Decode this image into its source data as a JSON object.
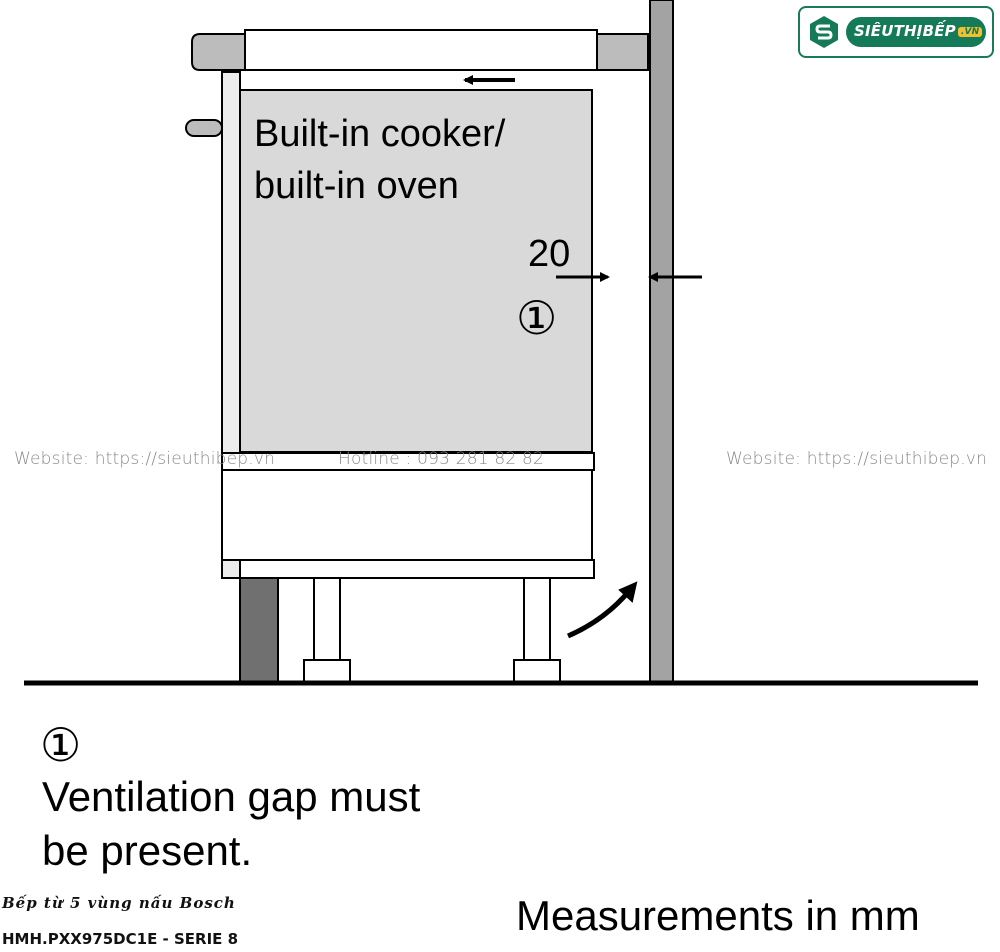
{
  "logo": {
    "brand": "SIÊUTHỊBẾP",
    "suffix": ".VN",
    "colors": {
      "primary": "#157a57",
      "accent": "#f2c02e"
    }
  },
  "diagram": {
    "appliance_label_line1": "Built-in cooker/",
    "appliance_label_line2": "built-in oven",
    "gap_value": "20",
    "marker": "①"
  },
  "watermarks": {
    "website_left": "Website: https://sieuthibep.vn",
    "hotline": "Hotline : 093 281 82 82",
    "website_right": "Website: https://sieuthibep.vn"
  },
  "legend": {
    "marker": "①",
    "line1": "Ventilation gap must",
    "line2": "be present."
  },
  "caption": {
    "product": "Bếp từ 5 vùng nấu Bosch",
    "model": "HMH.PXX975DC1E - SERIE 8"
  },
  "units_note": "Measurements in mm"
}
